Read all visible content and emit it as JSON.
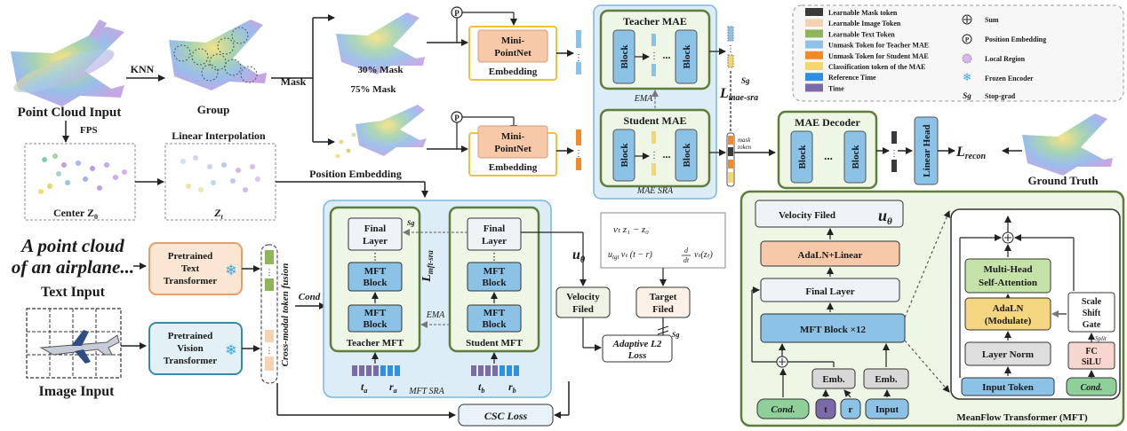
{
  "left": {
    "point_cloud_input": "Point Cloud  Input",
    "knn": "KNN",
    "group": "Group",
    "fps": "FPS",
    "center": "Center Z",
    "center_sub": "0",
    "linear_interpolation": "Linear Interpolation",
    "zt": "Z",
    "zt_sub": "t",
    "position_embedding": "Position Embedding",
    "mask": "Mask",
    "mask30": "30% Mask",
    "mask75": "75% Mask",
    "text_prompt_line1": "A point cloud",
    "text_prompt_line2": "of an airplane...",
    "text_input": "Text Input",
    "image_input": "Image Input",
    "pretrained_text": [
      "Pretrained",
      "Text",
      "Transformer"
    ],
    "pretrained_vision": [
      "Pretrained",
      "Vision",
      "Transformer"
    ],
    "cross_modal": "Cross-modal token fusion",
    "cond": "Cond"
  },
  "embed": {
    "mini_pointnet_1": "Mini-",
    "mini_pointnet_2": "PointNet",
    "embedding": "Embedding",
    "p_symbol": "P"
  },
  "mae": {
    "teacher": "Teacher  MAE",
    "student": "Student  MAE",
    "block": "Block",
    "ellipsis": "...",
    "ema": "EMA",
    "region_label": "MAE SRA",
    "loss_sra": "L",
    "loss_sra_sub": "mae-sra",
    "sg": "Sg",
    "mask_token_1": "mask",
    "mask_token_2": "token",
    "decoder": "MAE Decoder",
    "linear_head": "Linear Head",
    "loss_recon": "L",
    "loss_recon_sub": "recon",
    "ground_truth": "Ground Truth"
  },
  "mft_sra": {
    "final_layer_1": "Final",
    "final_layer_2": "Layer",
    "mft_block_1": "MFT",
    "mft_block_2": "Block",
    "teacher": "Teacher MFT",
    "student": "Student MFT",
    "ema": "EMA",
    "sg": "Sg",
    "loss": "L",
    "loss_sub": "mft-sra",
    "ta": "t",
    "ta_sub": "a",
    "ra": "r",
    "ra_sub": "a",
    "tb": "t",
    "tb_sub": "b",
    "rb": "r",
    "rb_sub": "b",
    "region_label": "MFT SRA"
  },
  "flow": {
    "u_theta": "u",
    "u_theta_sub": "θ",
    "eq1": "vₜ     z₁ − z₀",
    "eq2_a": "u",
    "eq2_b": "tgt",
    "eq2_c": "    vₜ    (t − r)",
    "eq2_d": "d",
    "eq2_e": "dt",
    "eq2_f": "vₜ(zₜ)",
    "velocity_1": "Velocity",
    "velocity_2": "Filed",
    "target_1": "Target",
    "target_2": "Filed",
    "sg": "Sg",
    "adaptive_1": "Adaptive L2",
    "adaptive_2": "Loss",
    "csc": "CSC Loss"
  },
  "legend": {
    "items": [
      {
        "label": "Learnable Mask token",
        "color": "#3a3a3a"
      },
      {
        "label": "Learnable Image Token",
        "color": "#f6d2b4"
      },
      {
        "label": "Learnable Text Token",
        "color": "#8fb45a"
      },
      {
        "label": "Unmask Token for Teacher  MAE",
        "color": "#8cc2e6"
      },
      {
        "label": "Unmask Token for Student  MAE",
        "color": "#f08a2a"
      },
      {
        "label": "Classification token of the MAE",
        "color": "#f3d76b"
      },
      {
        "label": "Reference Time",
        "color": "#2f8fe0"
      },
      {
        "label": "Time",
        "color": "#7b6aa8"
      }
    ],
    "sym_sum": "Sum",
    "sym_pos": "Position Embedding",
    "sym_local": "Local Region",
    "sym_frozen": "Frozen Encoder",
    "sym_sg_key": "Sg",
    "sym_sg": "Stop-grad"
  },
  "mft": {
    "u_theta": "u",
    "u_theta_sub": "θ",
    "velocity": "Velocity Filed",
    "adaln_linear": "AdaLN+Linear",
    "final_layer": "Final Layer",
    "mft_block": "MFT  Block ×12",
    "emb1": "Emb.",
    "emb2": "Emb.",
    "cond": "Cond.",
    "t": "t",
    "r": "r",
    "input": "Input",
    "mhsa_1": "Multi-Head",
    "mhsa_2": "Self-Attention",
    "adaln_1": "AdaLN",
    "adaln_2": "(Modulate)",
    "layer_norm": "Layer Norm",
    "input_token": "Input Token",
    "ssg_1": "Scale",
    "ssg_2": "Shift",
    "ssg_3": "Gate",
    "split": "Split",
    "fc_1": "FC",
    "fc_2": "SiLU",
    "cond2": "Cond.",
    "title": "MeanFlow Transformer (MFT)"
  }
}
